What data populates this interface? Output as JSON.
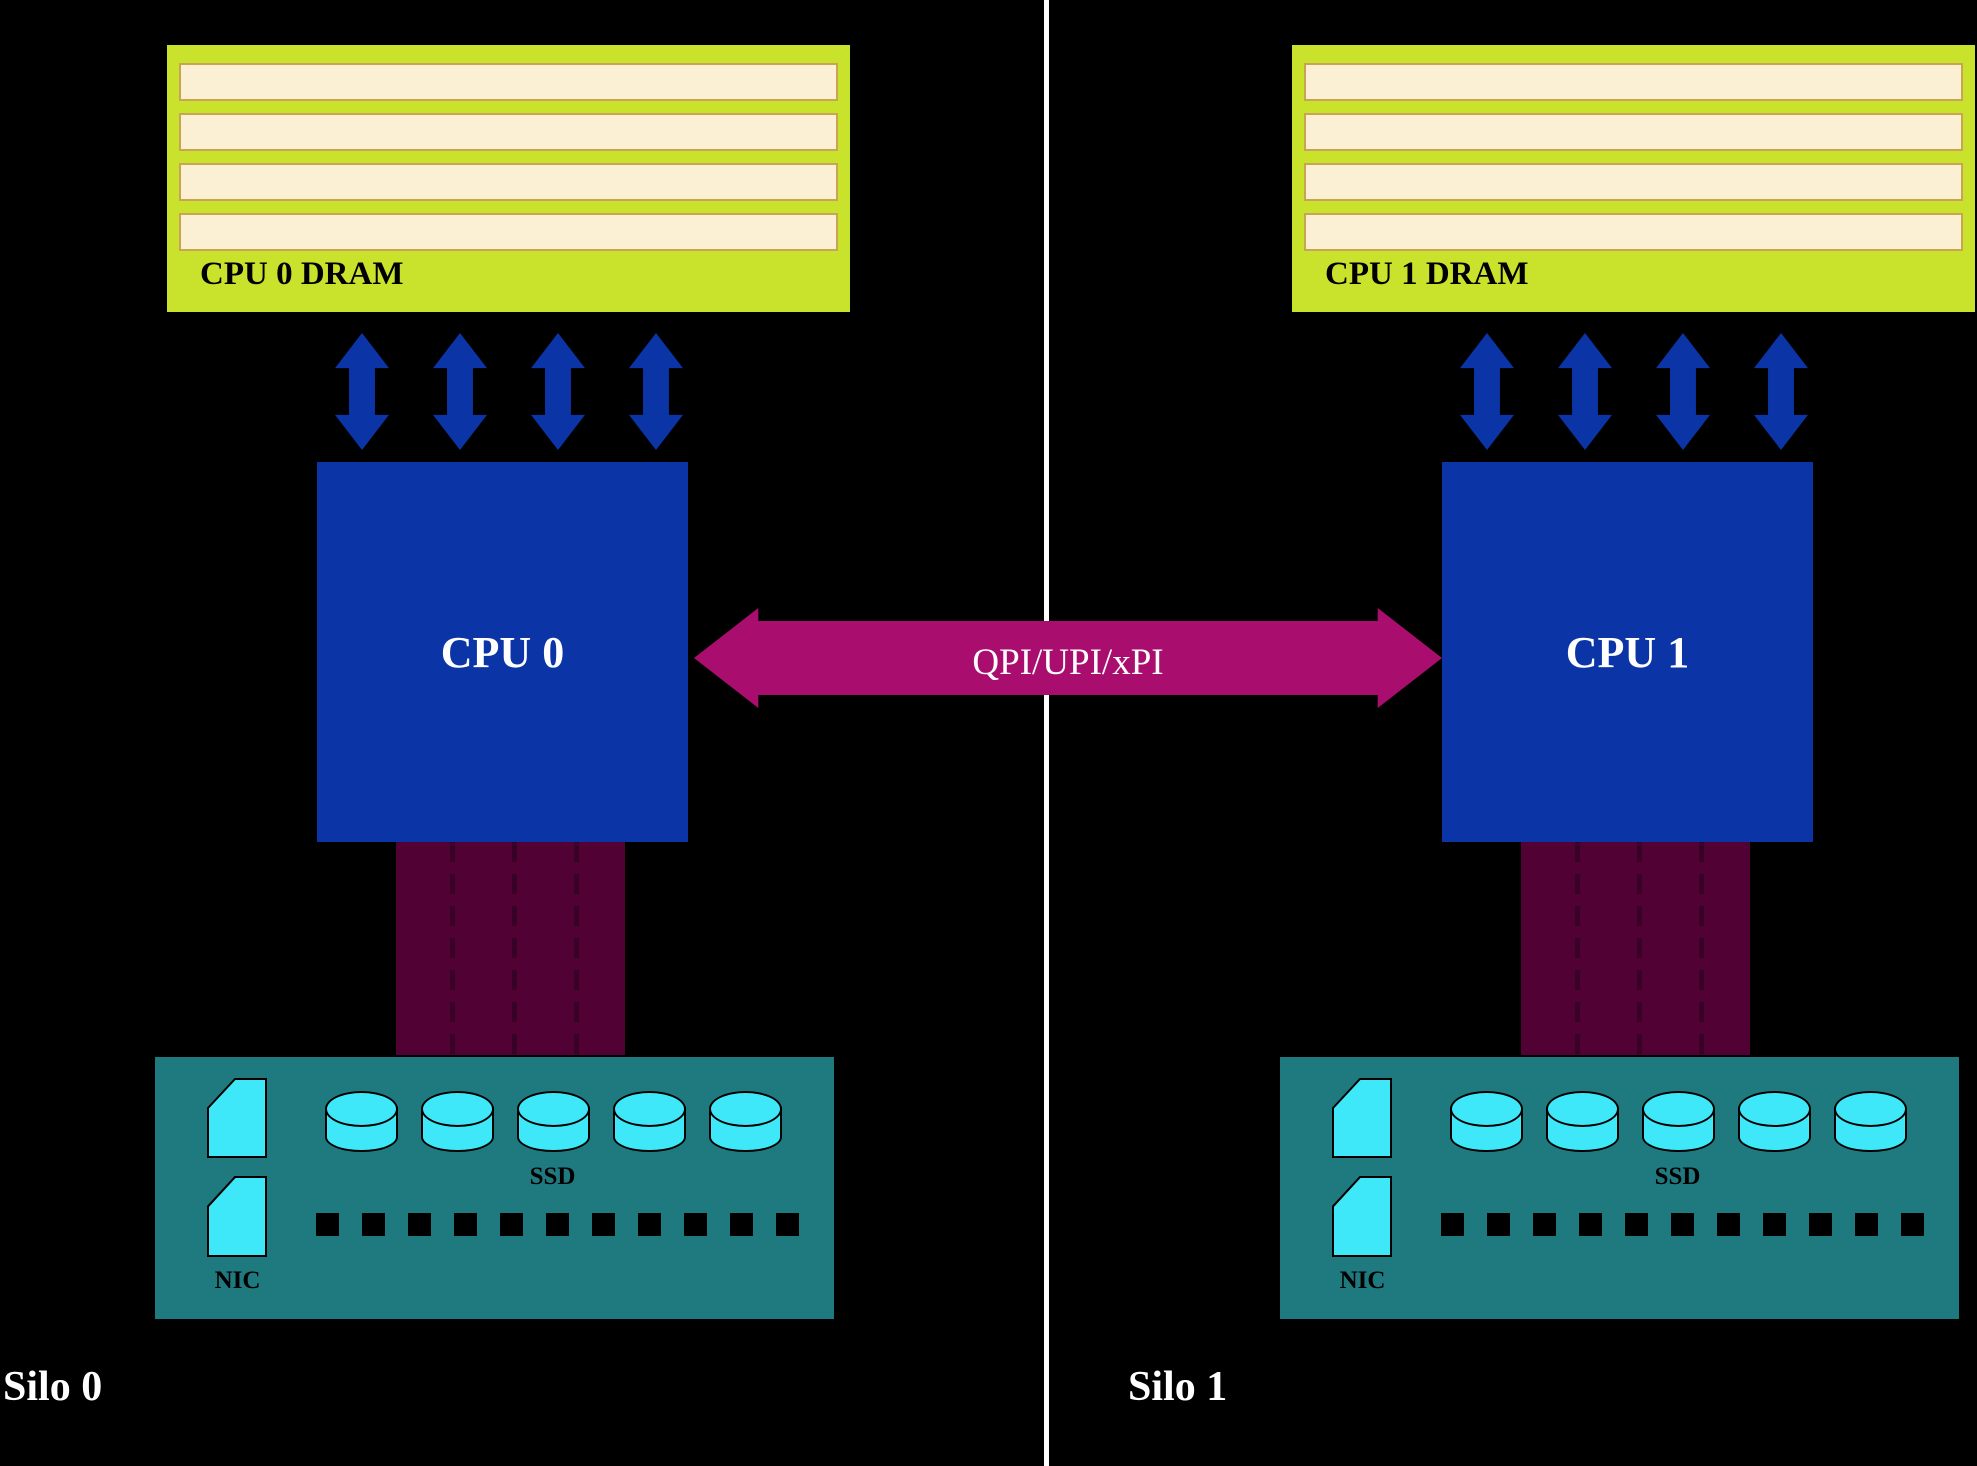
{
  "palette": {
    "background": "#000000",
    "dram_box_green": "#c9e32c",
    "dimm_slot_cream": "#fbf0d3",
    "dimm_slot_border_tan": "#c9a452",
    "cpu_blue": "#0b35a6",
    "interconnect_magenta": "#a90e6f",
    "pcie_trunk_maroon": "#510134",
    "pcie_lane_dash": "#3a0126",
    "chassis_teal": "#1f7a80",
    "device_cyan": "#3fe8f8",
    "outline_black": "#000000",
    "divider_white": "#ffffff",
    "label_on_dark": "#ffffff",
    "label_on_light": "#000000"
  },
  "interconnect_label": "QPI/UPI/xPI",
  "counts": {
    "dimm_slots": 4,
    "memory_channel_arrows": 4,
    "ssd_drives": 5,
    "backplane_ports": 11,
    "pcie_lane_dividers": 3,
    "nic_cards": 2
  },
  "silos": [
    {
      "name": "Silo 0",
      "dram_label": "CPU 0 DRAM",
      "cpu_label": "CPU 0",
      "ssd_label": "SSD",
      "nic_label": "NIC"
    },
    {
      "name": "Silo 1",
      "dram_label": "CPU 1 DRAM",
      "cpu_label": "CPU 1",
      "ssd_label": "SSD",
      "nic_label": "NIC"
    }
  ]
}
